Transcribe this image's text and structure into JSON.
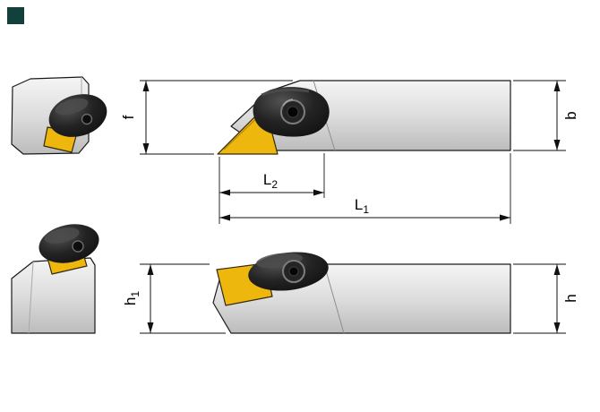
{
  "brand": {
    "logo_color": "#12403a"
  },
  "colors": {
    "insert": "#edb70e",
    "steel_light": "#f5f5f5",
    "steel_mid": "#dddddd",
    "steel_dark": "#bcbcbc",
    "clamp_highlight": "#525252",
    "clamp_mid": "#232323",
    "clamp_dark": "#0b0b0b"
  },
  "dimensions": {
    "f": {
      "label": "f"
    },
    "b": {
      "label": "b"
    },
    "l2": {
      "base": "L",
      "sub": "2"
    },
    "l1": {
      "base": "L",
      "sub": "1"
    },
    "h1": {
      "base": "h",
      "sub": "1"
    },
    "h": {
      "label": "h"
    }
  }
}
